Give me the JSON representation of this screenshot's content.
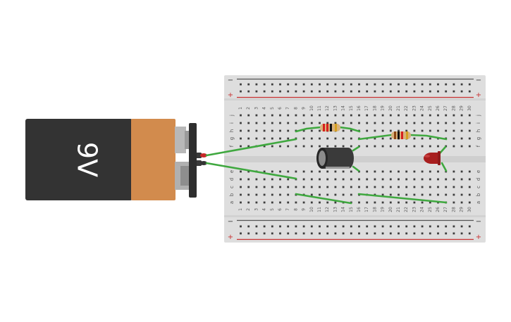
{
  "battery": {
    "label": "9V",
    "body_color": "#333333",
    "band_color": "#d28b4d"
  },
  "breadboard": {
    "columns": [
      "1",
      "2",
      "3",
      "4",
      "5",
      "6",
      "7",
      "8",
      "9",
      "10",
      "11",
      "12",
      "13",
      "14",
      "15",
      "16",
      "17",
      "18",
      "19",
      "20",
      "21",
      "22",
      "23",
      "24",
      "25",
      "26",
      "27",
      "28",
      "29",
      "30"
    ],
    "rows_top": [
      "j",
      "i",
      "h",
      "g",
      "f"
    ],
    "rows_bottom": [
      "e",
      "d",
      "c",
      "b",
      "a"
    ],
    "rail_minus": "−",
    "rail_plus": "+"
  },
  "colors": {
    "board": "#dedede",
    "wire": "#3fa83f",
    "rail_red": "#c83030",
    "rail_dark": "#555555",
    "led_red": "#a81e1e",
    "capacitor": "#3a3a3a"
  },
  "components": {
    "resistor_1": {
      "bands": [
        "#d62020",
        "#d62020",
        "#111111",
        "#d4a020"
      ]
    },
    "resistor_2": {
      "bands": [
        "#8b4513",
        "#111111",
        "#d62020",
        "#d4a020"
      ]
    },
    "capacitor": {
      "type": "electrolytic"
    },
    "led": {
      "color": "red"
    }
  }
}
